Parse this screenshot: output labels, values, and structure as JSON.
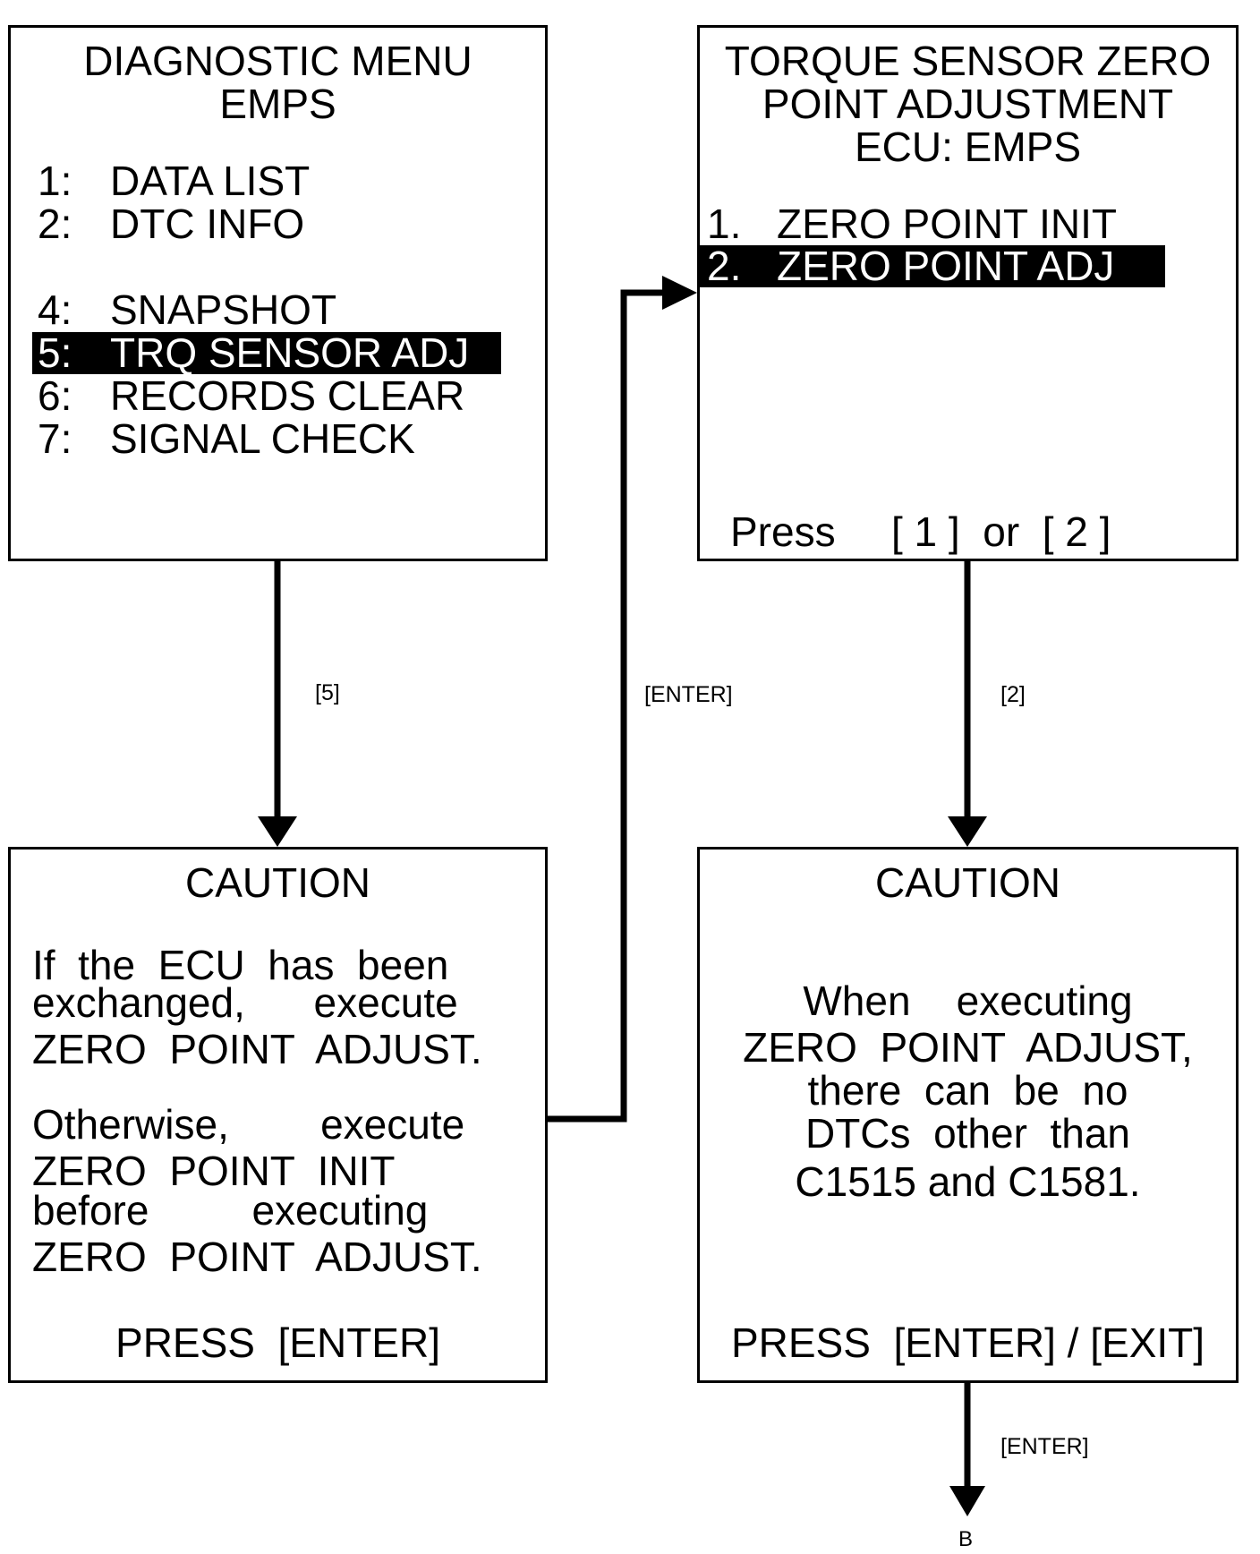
{
  "diagnostic_menu": {
    "title": "DIAGNOSTIC MENU",
    "subtitle": "EMPS",
    "items": [
      {
        "num": "1:",
        "label": "DATA LIST"
      },
      {
        "num": "2:",
        "label": "DTC INFO"
      },
      {
        "num": "4:",
        "label": "SNAPSHOT"
      },
      {
        "num": "5:",
        "label": "TRQ SENSOR ADJ",
        "selected": true
      },
      {
        "num": "6:",
        "label": "RECORDS CLEAR"
      },
      {
        "num": "7:",
        "label": "SIGNAL CHECK"
      }
    ]
  },
  "torque_screen": {
    "title_line1": "TORQUE SENSOR ZERO",
    "title_line2": "POINT ADJUSTMENT",
    "title_line3": "ECU:  EMPS",
    "items": [
      {
        "num": "1.",
        "label": "ZERO POINT INIT"
      },
      {
        "num": "2.",
        "label": "ZERO POINT ADJ",
        "selected": true
      }
    ],
    "prompt_press": "Press",
    "prompt_keys": "[ 1 ]  or  [ 2 ]"
  },
  "caution_left": {
    "title": "CAUTION",
    "lines": [
      "If  the  ECU  has  been",
      "exchanged,      execute",
      "ZERO  POINT  ADJUST.",
      "Otherwise,        execute",
      "ZERO  POINT  INIT",
      "before         executing",
      "ZERO  POINT  ADJUST."
    ],
    "footer": "PRESS  [ENTER]"
  },
  "caution_right": {
    "title": "CAUTION",
    "lines": [
      "When    executing",
      "ZERO  POINT  ADJUST,",
      "there  can  be  no",
      "DTCs  other  than",
      "C1515 and C1581."
    ],
    "footer": "PRESS  [ENTER] / [EXIT]"
  },
  "arrows": {
    "menu_to_caution": "[5]",
    "caution_to_torque": "[ENTER]",
    "torque_to_caution": "[2]",
    "caution_to_next": "[ENTER]",
    "next_step": "B"
  }
}
